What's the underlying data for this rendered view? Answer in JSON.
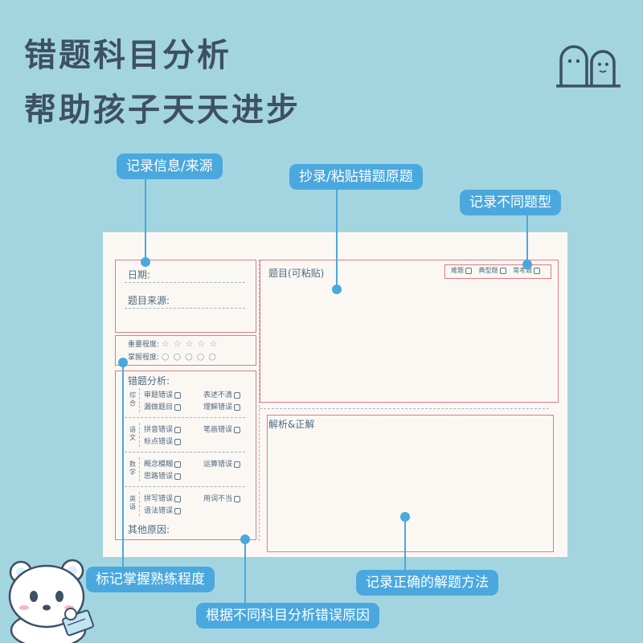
{
  "headline": {
    "line1": "错题科目分析",
    "line2": "帮助孩子天天进步"
  },
  "callouts": {
    "record_info": "记录信息/来源",
    "copy_paste": "抄录/粘贴错题原题",
    "question_types": "记录不同题型",
    "mastery": "标记掌握熟练程度",
    "solution": "记录正确的解题方法",
    "analysis": "根据不同科目分析错误原因"
  },
  "sheet": {
    "date_label": "日期:",
    "source_label": "题目来源:",
    "importance_label": "重要程度:",
    "importance_symbols": "☆☆☆☆☆",
    "mastery_label": "掌握程度:",
    "mastery_symbols": "○○○○○",
    "analysis_title": "错题分析:",
    "groups": [
      {
        "side": "综合",
        "items": [
          [
            "审题错误",
            "表述不清"
          ],
          [
            "漏做题目",
            "理解错误"
          ]
        ]
      },
      {
        "side": "语文",
        "items": [
          [
            "拼音错误",
            "笔画错误"
          ],
          [
            "标点错误",
            ""
          ]
        ]
      },
      {
        "side": "数学",
        "items": [
          [
            "概念模糊",
            "运算错误"
          ],
          [
            "思路错误",
            ""
          ]
        ]
      },
      {
        "side": "英语",
        "items": [
          [
            "拼写错误",
            "用词不当"
          ],
          [
            "语法错误",
            ""
          ]
        ]
      }
    ],
    "other_reasons": "其他原因:",
    "question_label": "题目(可粘贴)",
    "types": [
      "难题",
      "典型题",
      "常考题"
    ],
    "solution_label": "解析&正解"
  },
  "colors": {
    "background": "#a3d5e0",
    "accent": "#4aa8de",
    "paper": "#fbf8f4",
    "box_border": "#e07a84",
    "headline": "#3e5065"
  },
  "icons": [
    "ghost-icon",
    "bear-mascot-icon"
  ]
}
